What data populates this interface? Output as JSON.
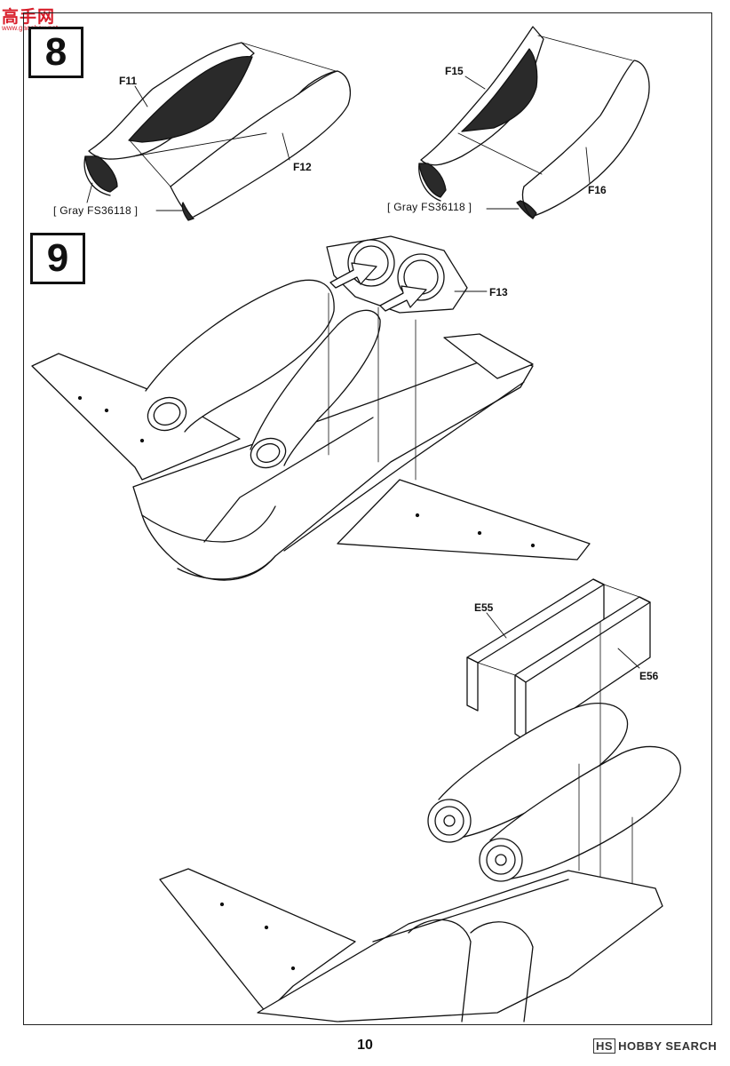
{
  "watermark_top": {
    "brand": "高手网",
    "url": "www.gaoshou.net"
  },
  "watermark_bottom": "HOBBY SEARCH",
  "page_number": "10",
  "steps": [
    {
      "number": "8",
      "labels": {
        "left_upper": "F11",
        "left_lower": "F12",
        "right_upper": "F15",
        "right_lower": "F16"
      },
      "paint_left": "[ Gray  FS36118 ]",
      "paint_right": "[ Gray  FS36118 ]"
    },
    {
      "number": "9",
      "labels": {
        "intake_face": "F13",
        "panel_left": "E55",
        "panel_right": "E56"
      }
    }
  ]
}
